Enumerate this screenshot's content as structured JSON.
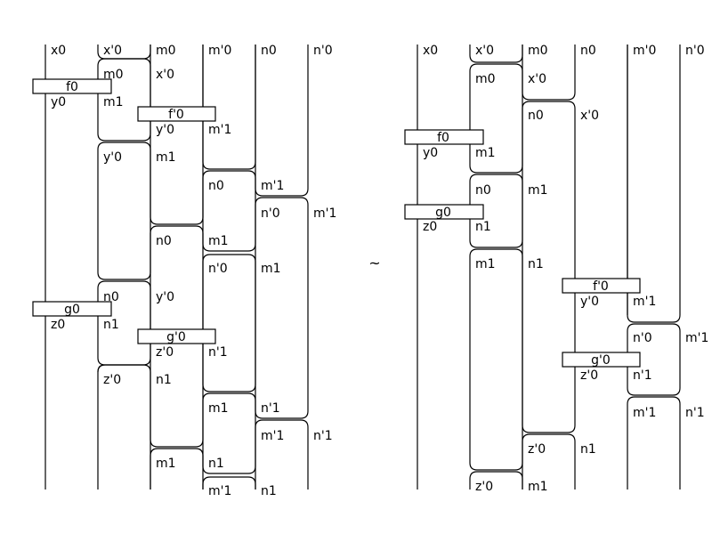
{
  "relation_symbol": "~",
  "left_diagram": {
    "wire_labels": {
      "top": [
        "x0",
        "x'0",
        "m0",
        "m'0",
        "n0",
        "n'0"
      ],
      "l_m0": "m0",
      "l_x0b": "x'0",
      "l_y0": "y0",
      "l_m1": "m1",
      "l_y0p": "y'0",
      "l_m1p": "m'1",
      "l_y0p_b": "y'0",
      "l_m1_b": "m1",
      "l_n0_a": "n0",
      "l_m1p_a": "m'1",
      "l_n0p_a": "n'0",
      "l_m1p_b": "m'1",
      "l_n0_b": "n0",
      "l_m1_c": "m1",
      "l_n0p_b": "n'0",
      "l_m1_d": "m1",
      "l_n0_c": "n0",
      "l_y0p_c": "y'0",
      "l_z0": "z0",
      "l_n1": "n1",
      "l_z0p": "z'0",
      "l_n1p": "n'1",
      "l_z0p_b": "z'0",
      "l_n1_b": "n1",
      "l_m1_e": "m1",
      "l_n1p_b": "n'1",
      "l_m1p_c": "m'1",
      "l_n1p_c": "n'1",
      "l_m1_f": "m1",
      "l_n1_c": "n1",
      "l_m1p_d": "m'1",
      "l_n1_d": "n1"
    },
    "boxes": {
      "f0": "f0",
      "f0p": "f'0",
      "g0": "g0",
      "g0p": "g'0"
    }
  },
  "right_diagram": {
    "wire_labels": {
      "top": [
        "x0",
        "x'0",
        "m0",
        "n0",
        "m'0",
        "n'0"
      ],
      "r_m0": "m0",
      "r_x0p": "x'0",
      "r_n0": "n0",
      "r_x0p_b": "x'0",
      "r_y0": "y0",
      "r_m1": "m1",
      "r_n0_b": "n0",
      "r_m1_b": "m1",
      "r_z0": "z0",
      "r_n1": "n1",
      "r_m1_c": "m1",
      "r_n1_b": "n1",
      "r_y0p": "y'0",
      "r_m1p": "m'1",
      "r_n0p": "n'0",
      "r_m1p_b": "m'1",
      "r_z0p": "z'0",
      "r_n1p": "n'1",
      "r_m1p_c": "m'1",
      "r_n1p_b": "n'1",
      "r_z0p_b": "z'0",
      "r_n1_c": "n1",
      "r_z0p_c": "z'0",
      "r_m1_d": "m1"
    },
    "boxes": {
      "f0": "f0",
      "g0": "g0",
      "f0p": "f'0",
      "g0p": "g'0"
    }
  }
}
